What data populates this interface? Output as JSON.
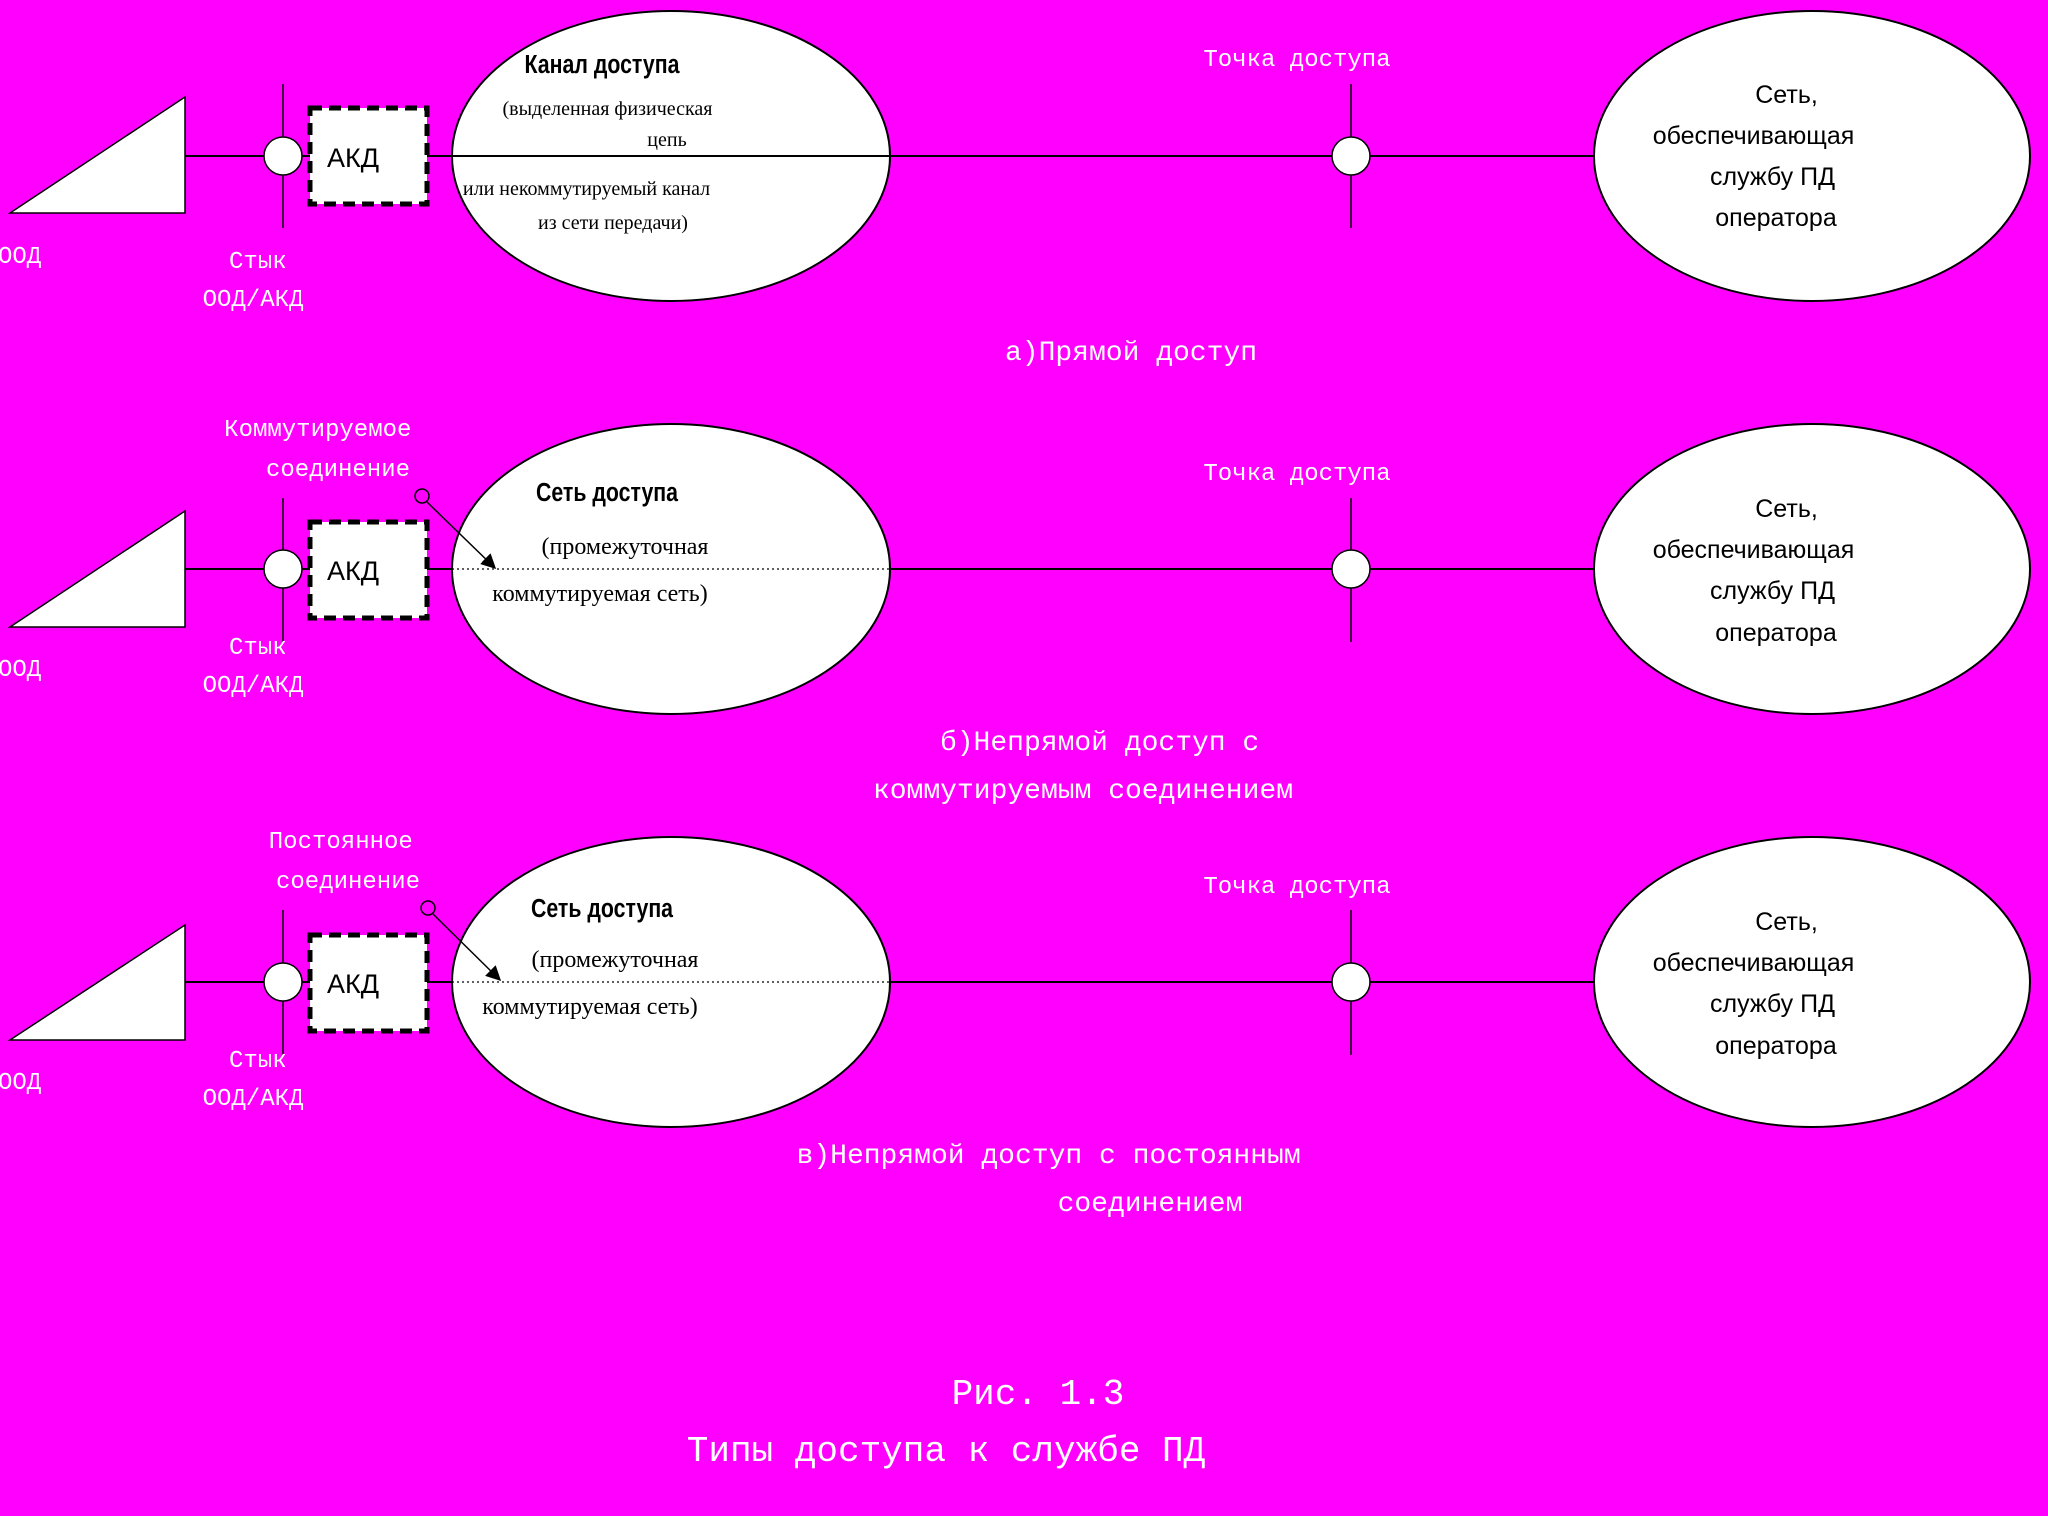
{
  "rows": [
    {
      "dte_label": "ООД",
      "junction_label": [
        "Стык",
        "ООД/АКД"
      ],
      "dce_label": "АКД",
      "conn_label": [],
      "ellipse_title": "Канал доступа",
      "ellipse_lines_top": [
        "(выделенная физическая",
        "цепь"
      ],
      "ellipse_lines_bottom": [
        "или некоммутируемый канал",
        "из сети передачи)"
      ],
      "access_point_label": "Точка доступа",
      "network_lines": [
        "Сеть,",
        "обеспечивающая",
        "службу ПД",
        "оператора"
      ],
      "caption": [
        "а)Прямой доступ"
      ]
    },
    {
      "dte_label": "ООД",
      "junction_label": [
        "Стык",
        "ООД/АКД"
      ],
      "dce_label": "АКД",
      "conn_label": [
        "Коммутируемое",
        "соединение"
      ],
      "ellipse_title": "Сеть доступа",
      "ellipse_lines_top": [
        "(промежуточная"
      ],
      "ellipse_lines_bottom": [
        "коммутируемая сеть)"
      ],
      "access_point_label": "Точка доступа",
      "network_lines": [
        "Сеть,",
        "обеспечивающая",
        "службу ПД",
        "оператора"
      ],
      "caption": [
        "б)Непрямой доступ с",
        "коммутируемым соединением"
      ]
    },
    {
      "dte_label": "ООД",
      "junction_label": [
        "Стык",
        "ООД/АКД"
      ],
      "dce_label": "АКД",
      "conn_label": [
        "Постоянное",
        "соединение"
      ],
      "ellipse_title": "Сеть доступа",
      "ellipse_lines_top": [
        "(промежуточная"
      ],
      "ellipse_lines_bottom": [
        "коммутируемая сеть)"
      ],
      "access_point_label": "Точка доступа",
      "network_lines": [
        "Сеть,",
        "обеспечивающая",
        "службу ПД",
        "оператора"
      ],
      "caption": [
        "в)Непрямой доступ с постоянным",
        "соединением"
      ]
    }
  ],
  "figure": {
    "number": "Рис. 1.3",
    "title": "Типы доступа к службе ПД"
  },
  "colors": {
    "background": "#FF00FF",
    "shape_fill": "#FFFFFF",
    "stroke": "#000000"
  }
}
